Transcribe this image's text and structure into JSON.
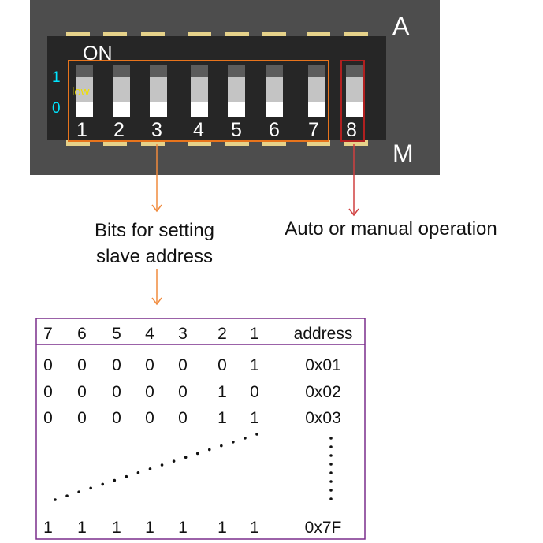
{
  "switch_block": {
    "on_label": "ON",
    "side_top": "A",
    "side_bottom": "M",
    "level_1": "1",
    "level_0": "0",
    "low_label": "low",
    "switch_numbers": [
      "1",
      "2",
      "3",
      "4",
      "5",
      "6",
      "7",
      "8"
    ],
    "colors": {
      "body": "#4d4d4d",
      "panel": "#262626",
      "pins": "#e6d28a",
      "address_group_box": "#e8741c",
      "mode_box": "#b02020",
      "level_text": "#00e5ff",
      "low_text": "#f0e000"
    }
  },
  "callouts": {
    "address_bits": [
      "Bits for setting",
      "slave address"
    ],
    "mode_bit": "Auto or manual operation",
    "address_arrow_color": "#f08a3c",
    "mode_arrow_color": "#d04040"
  },
  "address_table": {
    "headers": [
      "7",
      "6",
      "5",
      "4",
      "3",
      "2",
      "1",
      "address"
    ],
    "rows": [
      [
        "0",
        "0",
        "0",
        "0",
        "0",
        "0",
        "1",
        "0x01"
      ],
      [
        "0",
        "0",
        "0",
        "0",
        "0",
        "1",
        "0",
        "0x02"
      ],
      [
        "0",
        "0",
        "0",
        "0",
        "0",
        "1",
        "1",
        "0x03"
      ]
    ],
    "last_row": [
      "1",
      "1",
      "1",
      "1",
      "1",
      "1",
      "1",
      "0x7F"
    ],
    "border_color": "#7a2e8c"
  }
}
